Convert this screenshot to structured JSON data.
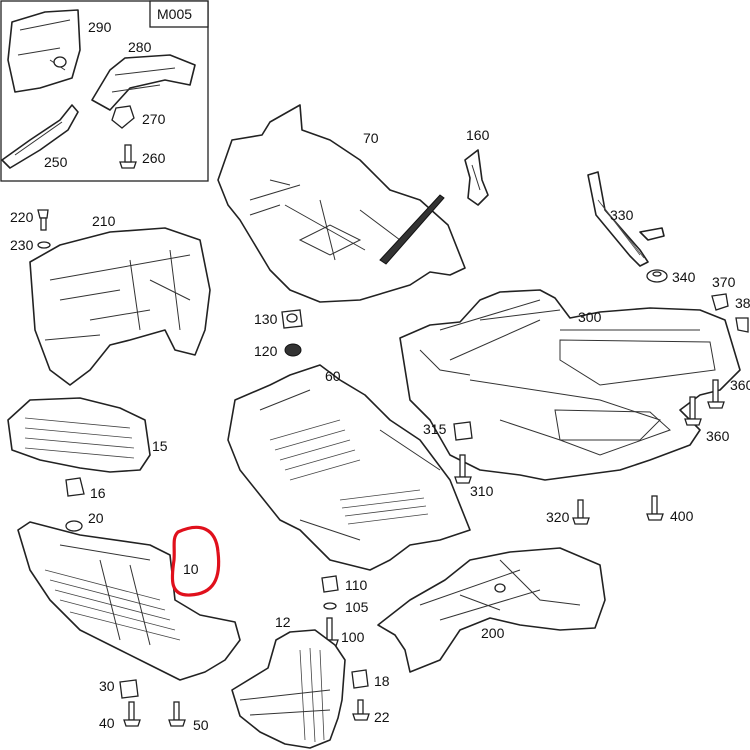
{
  "inset": {
    "code": "M005"
  },
  "callouts": {
    "p290": "290",
    "p280": "280",
    "p270": "270",
    "p250": "250",
    "p260": "260",
    "p70": "70",
    "p160": "160",
    "p330": "330",
    "p340": "340",
    "p370": "370",
    "p38": "38",
    "p300": "300",
    "p220": "220",
    "p230": "230",
    "p210": "210",
    "p130": "130",
    "p120": "120",
    "p60": "60",
    "p360a": "360",
    "p360b": "360",
    "p15": "15",
    "p16": "16",
    "p20": "20",
    "p315": "315",
    "p310": "310",
    "p320": "320",
    "p400": "400",
    "p10": "10",
    "p110": "110",
    "p105": "105",
    "p100": "100",
    "p200": "200",
    "p12": "12",
    "p18": "18",
    "p22": "22",
    "p30": "30",
    "p40": "40",
    "p50": "50"
  },
  "highlight": {
    "color": "#e0101c"
  }
}
